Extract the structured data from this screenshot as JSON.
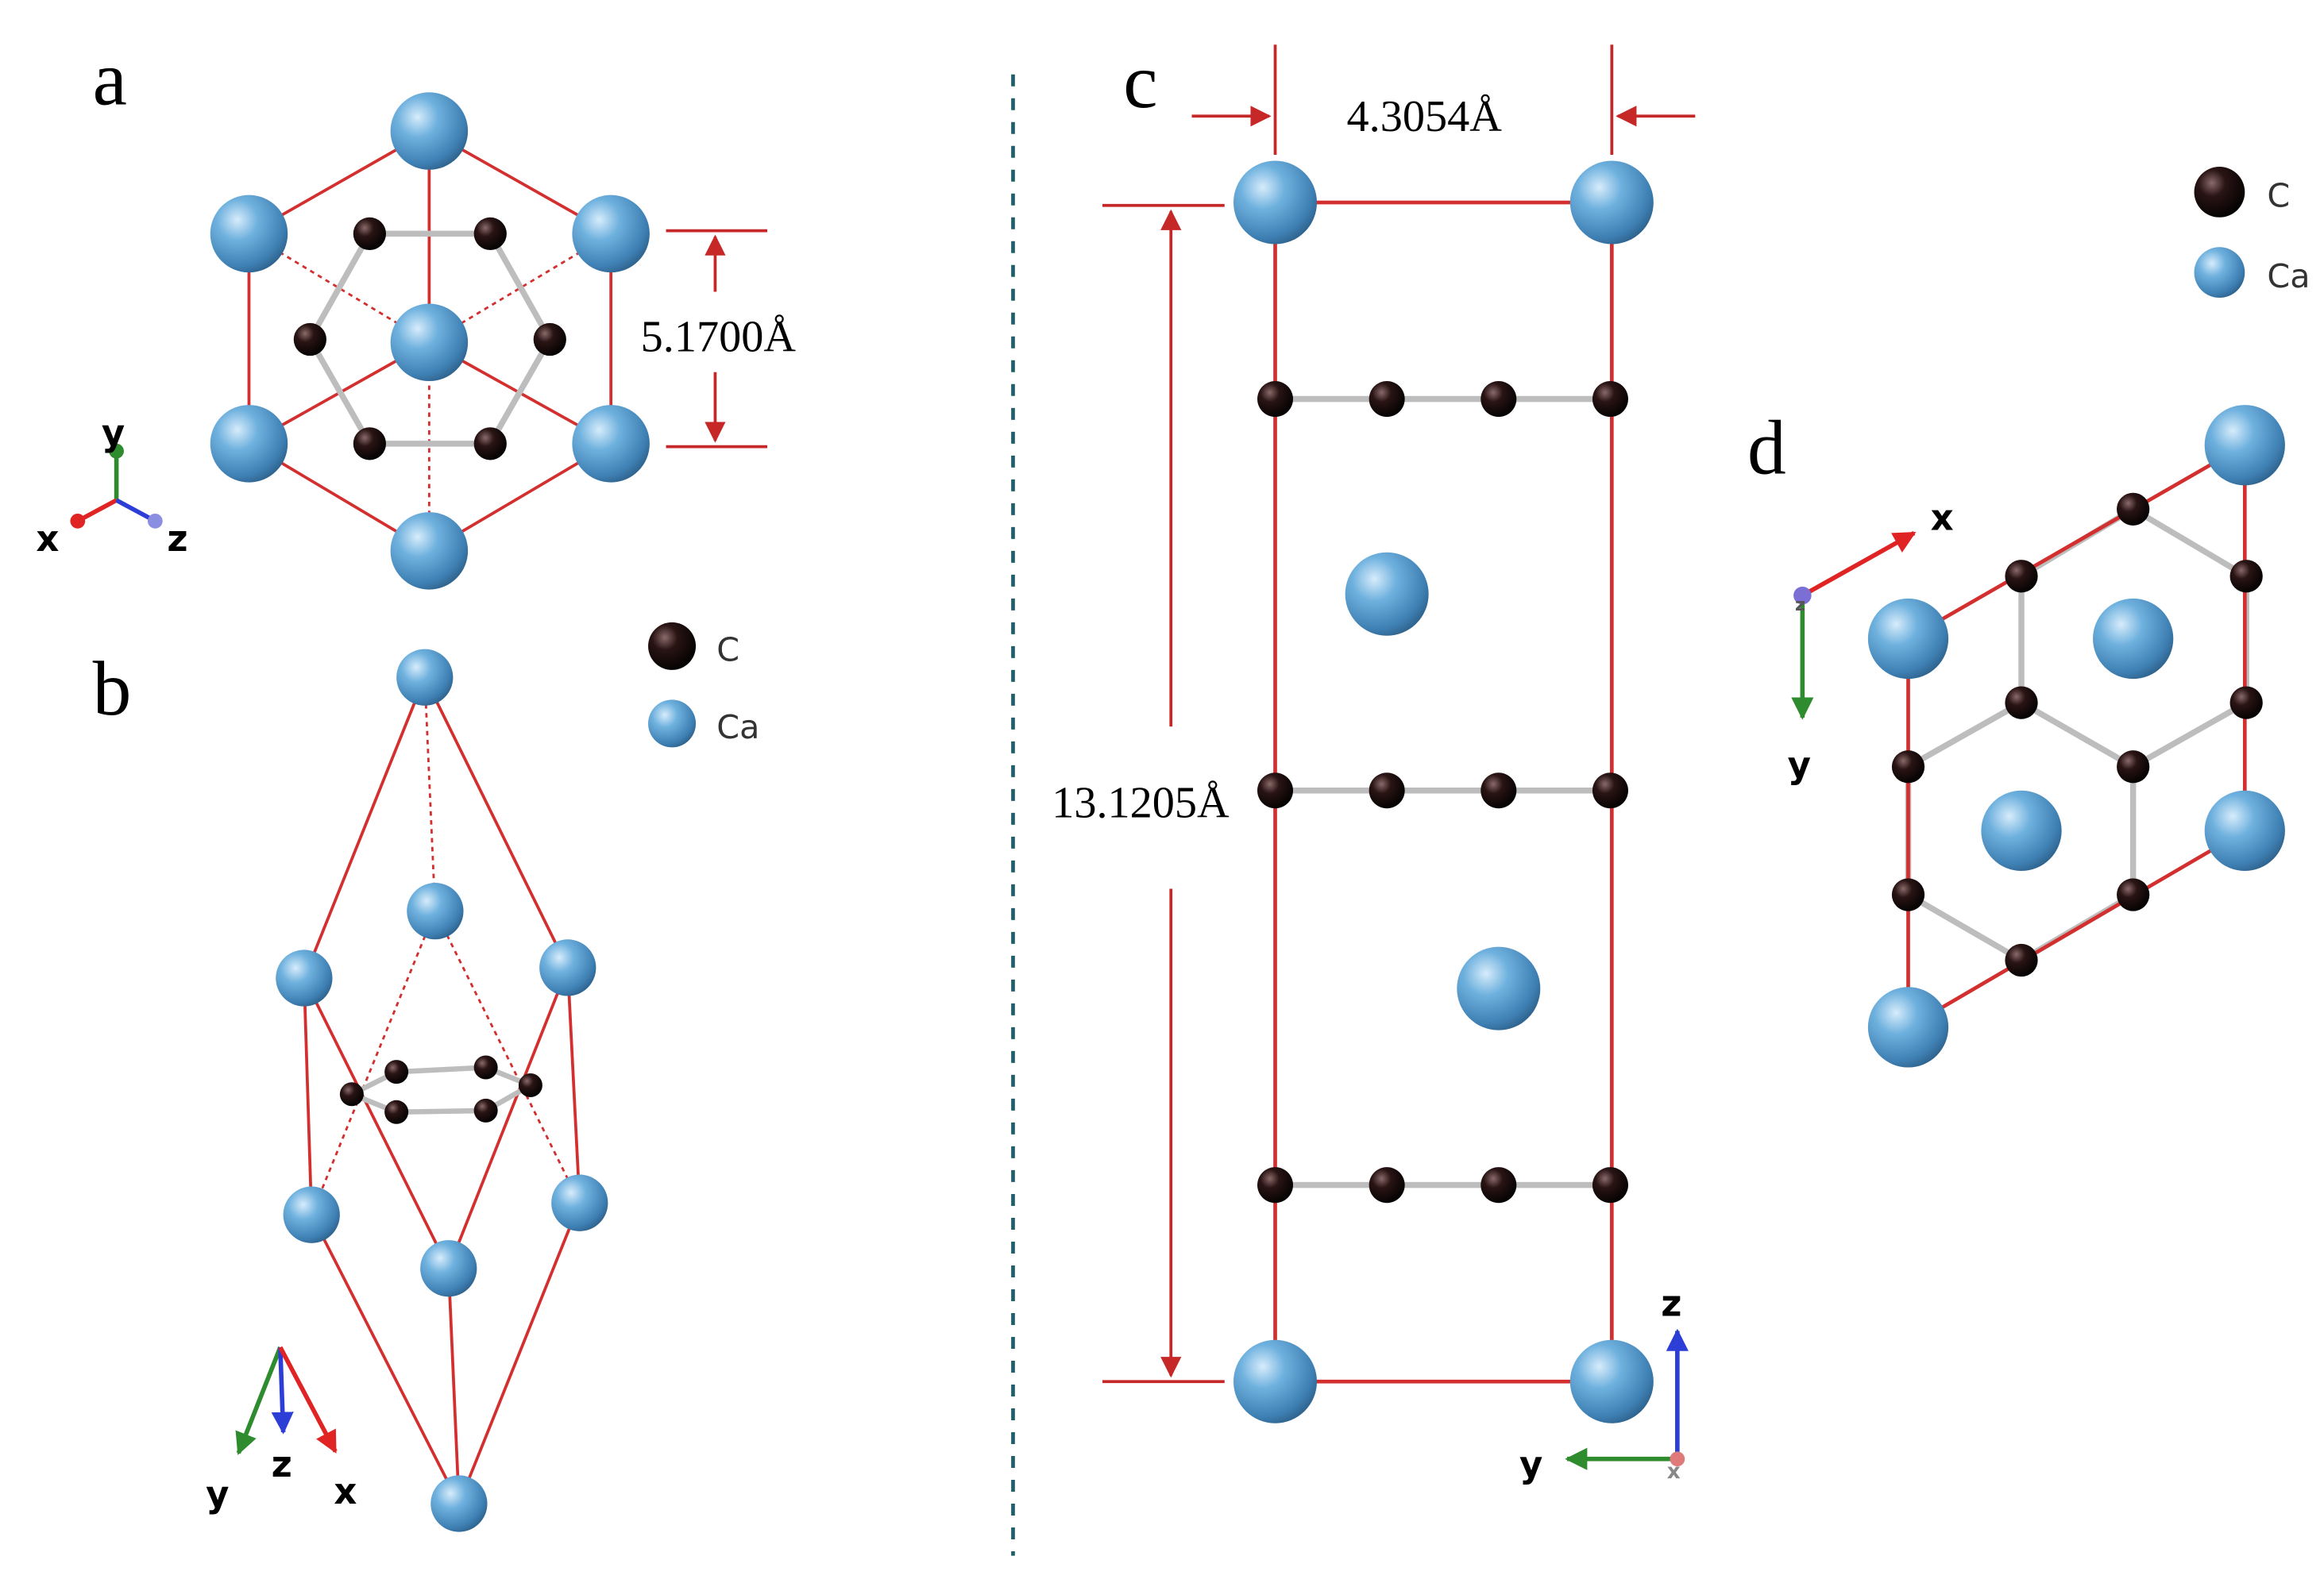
{
  "panels": {
    "a": {
      "label": "a",
      "dimension": "5.1700Å",
      "axes": {
        "x": "x",
        "y": "y",
        "z": "z"
      }
    },
    "b": {
      "label": "b",
      "axes": {
        "x": "x",
        "y": "y",
        "z": "z"
      }
    },
    "c": {
      "label": "c",
      "dim_width": "4.3054Å",
      "dim_height": "13.1205Å",
      "axes": {
        "y": "y",
        "z": "z",
        "x": "x"
      }
    },
    "d": {
      "label": "d",
      "axes": {
        "x": "x",
        "y": "y",
        "z": "z"
      }
    }
  },
  "legends": [
    {
      "items": [
        {
          "symbol": "C",
          "label": "C"
        },
        {
          "symbol": "Ca",
          "label": "Ca"
        }
      ]
    },
    {
      "items": [
        {
          "symbol": "C",
          "label": "C"
        },
        {
          "symbol": "Ca",
          "label": "Ca"
        }
      ]
    }
  ],
  "colors": {
    "cell_edge": "#d32f2f",
    "dimension_line": "#c62828",
    "ca_atom": "#4f95c9",
    "c_atom": "#111111",
    "bond": "#bdbdbd",
    "divider": "#1f5e6b",
    "axis_x": "#e02424",
    "axis_y": "#2e8b2e",
    "axis_z": "#2c3ed6"
  }
}
